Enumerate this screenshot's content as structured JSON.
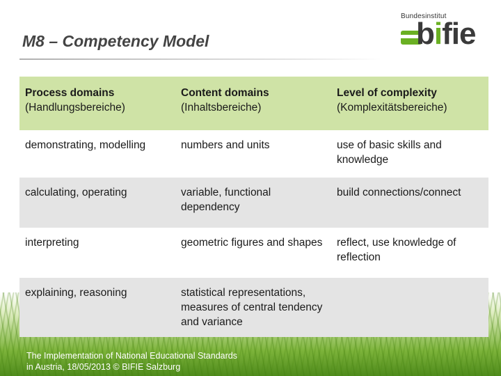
{
  "slide": {
    "title": "M8 – Competency Model"
  },
  "logo": {
    "top_text": "Bundesinstitut",
    "word_prefix": "b",
    "word_i": "i",
    "word_suffix": "fie",
    "brand_color": "#6ab023"
  },
  "table": {
    "headers": [
      {
        "title": "Process domains",
        "subtitle": "(Handlungsbereiche)"
      },
      {
        "title": "Content domains",
        "subtitle": "(Inhaltsbereiche)"
      },
      {
        "title": "Level of complexity",
        "subtitle": "(Komplexitätsbereiche)"
      }
    ],
    "rows": [
      [
        "demonstrating, modelling",
        "numbers and units",
        "use of basic skills and knowledge"
      ],
      [
        "calculating, operating",
        "variable, functional dependency",
        "build connections/connect"
      ],
      [
        "interpreting",
        "geometric figures and shapes",
        "reflect, use knowledge of reflection"
      ],
      [
        "explaining, reasoning",
        "statistical representations, measures of central tendency and variance",
        ""
      ]
    ],
    "header_color": "#cfe3a6",
    "stripe_color": "#e4e4e4"
  },
  "footer": {
    "line1": "The Implementation of National Educational Standards",
    "line2": "in Austria,  18/05/2013   © BIFIE Salzburg"
  }
}
